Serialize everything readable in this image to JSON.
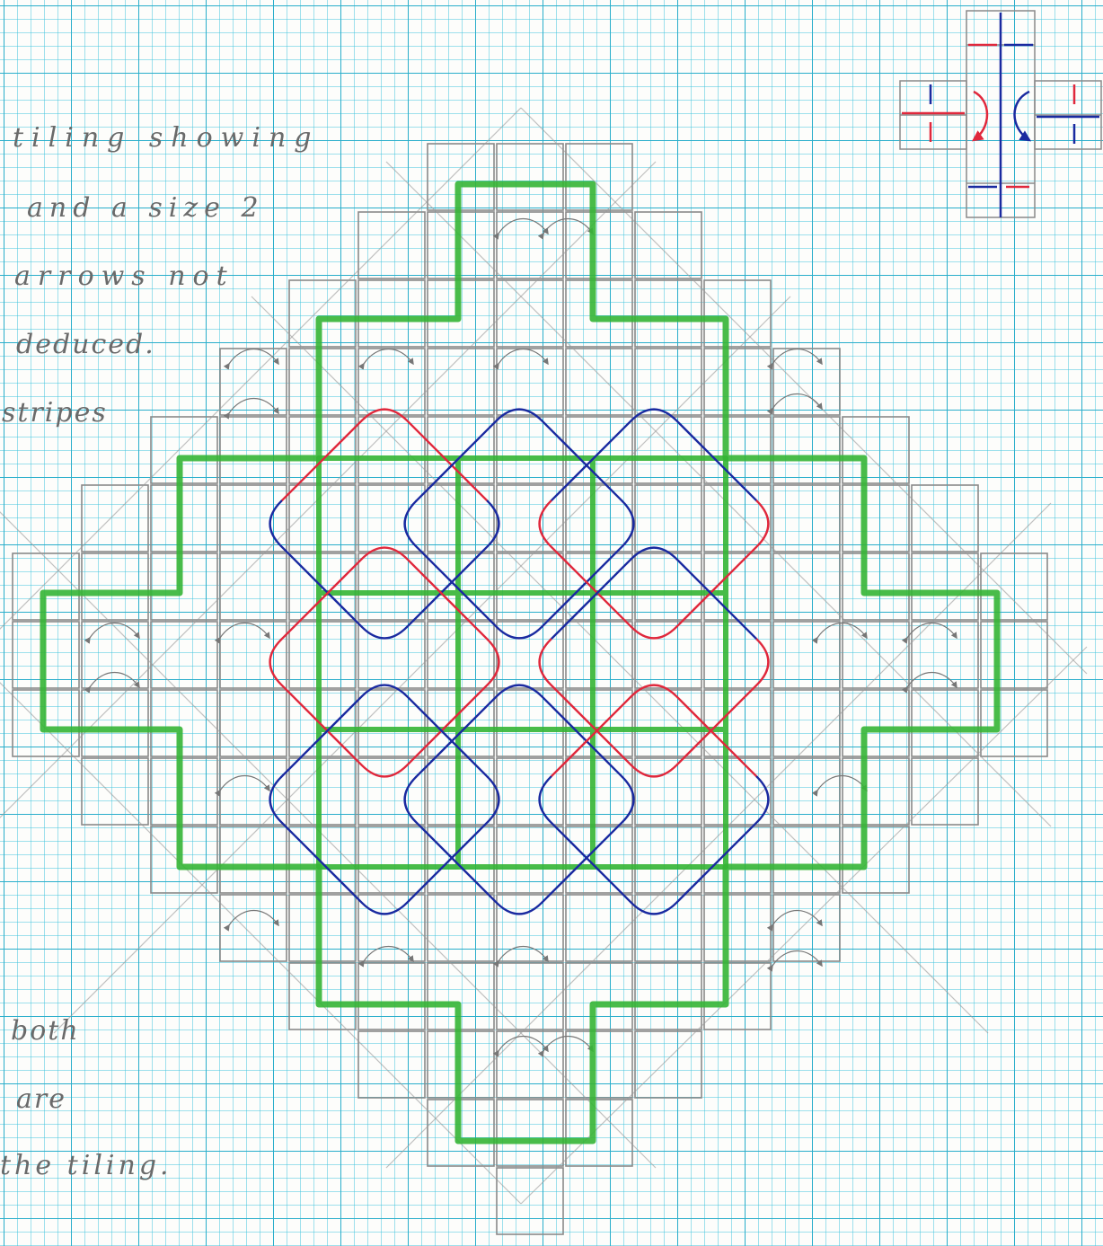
{
  "notes": {
    "left_top": [
      "tiling showing",
      "and a size 2",
      "arrows not",
      "deduced.",
      "stripes"
    ],
    "left_bottom": [
      "both",
      "are",
      "the tiling."
    ]
  },
  "colors": {
    "paper": "#fdfdfb",
    "grid": "#3fc3dc",
    "pencil": "#8a8a8a",
    "green": "#35b535",
    "red": "#e0283c",
    "blue": "#1a2aa0"
  },
  "icons": [
    "legend-crossing-icon",
    "swap-arrow-icon"
  ]
}
